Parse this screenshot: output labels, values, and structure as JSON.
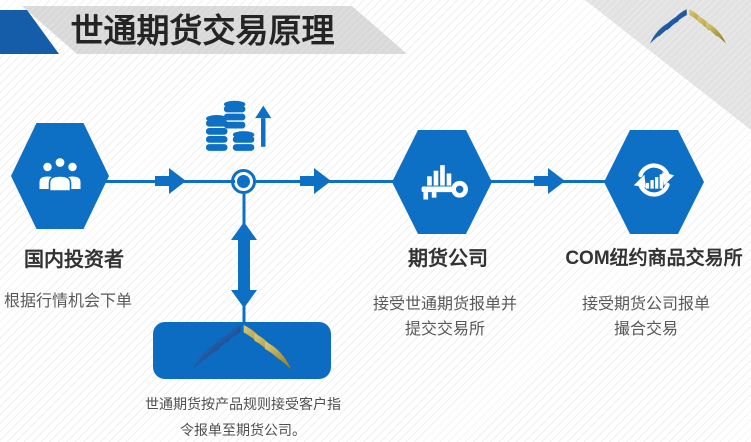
{
  "slide_title": "世通期货交易原理",
  "flow": {
    "investor": {
      "label": "国内投资者",
      "desc": "根据行情机会下单"
    },
    "broker": {
      "label": "期货公司",
      "desc1": "接受世通期货报单并",
      "desc2": "提交交易所"
    },
    "exchange": {
      "label": "COM纽约商品交易所",
      "desc1": "接受期货公司报单",
      "desc2": "撮合交易"
    },
    "box_caption": {
      "line1": "世通期货按产品规则接受客户指",
      "line2": "令报单至期货公司。"
    }
  },
  "icons": {
    "investor": "people-group-icon",
    "middle_top": "coins-growth-icon",
    "broker": "key-chart-icon",
    "exchange": "refresh-chart-icon",
    "company": "shitong-logo-icon"
  },
  "colors": {
    "primary_blue": "#0d70c4",
    "box_blue": "#0b6cc2",
    "corner_blue": "#165da9",
    "banner_gray": "#d9d9d9",
    "title_text": "#242424",
    "label_text": "#333333",
    "desc_text": "#595959",
    "logo_blue": "#123a7c",
    "logo_gold": "#b5a33f"
  }
}
